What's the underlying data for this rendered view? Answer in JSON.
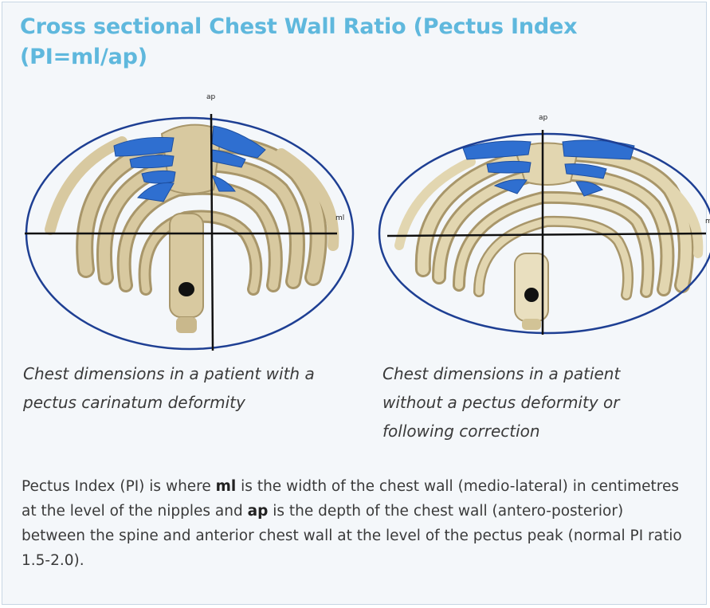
{
  "title": "Cross sectional Chest Wall Ratio (Pectus Index (PI=ml/ap)",
  "figures": {
    "left": {
      "label_ap": "ap",
      "label_ml": "ml",
      "caption": "Chest dimensions in a patient with a pectus carinatum deformity"
    },
    "right": {
      "label_ap": "ap",
      "label_ml": "ml",
      "caption": "Chest dimensions in a patient without a pectus deformity or following correction"
    }
  },
  "description": {
    "p1": "Pectus Index (PI) is where ",
    "b1": "ml",
    "p2": " is the width of the chest wall (medio-lateral) in centimetres at the level of the nipples and ",
    "b2": "ap",
    "p3": " is the depth of the chest wall (antero-posterior) between the spine and anterior chest wall at the level of the pectus peak (normal PI ratio 1.5-2.0)."
  },
  "colors": {
    "title": "#5fb8dd",
    "bone": "#d8c9a0",
    "bone_shadow": "#a8966a",
    "cartilage": "#2f6fd0",
    "ellipse": "#1e3f93",
    "axis": "#111111"
  }
}
